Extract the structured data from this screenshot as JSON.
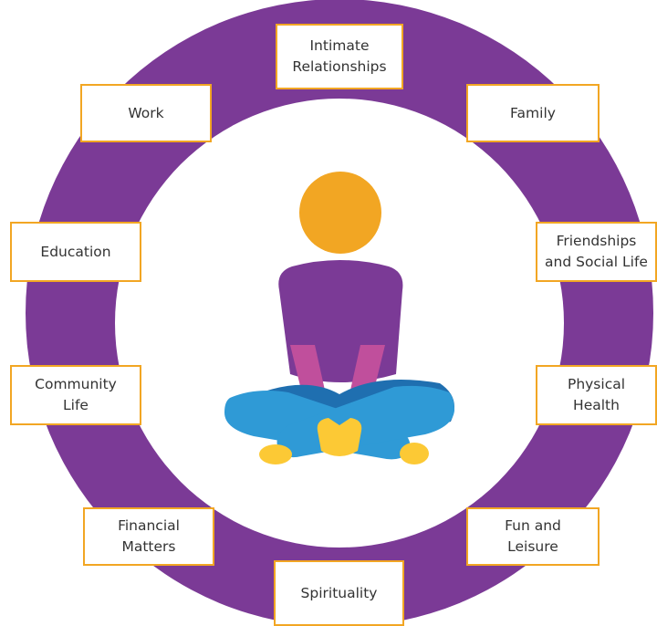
{
  "colors": {
    "ring": "#7b3a96",
    "center": "#ffffff",
    "box_border": "#f2a623",
    "head": "#f2a623",
    "shirt": "#7b3a96",
    "arms": "#c04f9c",
    "legs": "#2f9ad6",
    "legs_shadow": "#1f6fb0",
    "hands_feet": "#fcc935",
    "text": "#333333"
  },
  "center_figure": {
    "icon": "person-sitting-cross-legged-icon"
  },
  "life_areas": [
    {
      "id": "intimate-relationships",
      "label": "Intimate\nRelationships"
    },
    {
      "id": "family",
      "label": "Family"
    },
    {
      "id": "friendships-social-life",
      "label": "Friendships\nand Social Life"
    },
    {
      "id": "physical-health",
      "label": "Physical\nHealth"
    },
    {
      "id": "fun-leisure",
      "label": "Fun and\nLeisure"
    },
    {
      "id": "spirituality",
      "label": "Spirituality"
    },
    {
      "id": "financial-matters",
      "label": "Financial\nMatters"
    },
    {
      "id": "community-life",
      "label": "Community\nLife"
    },
    {
      "id": "education",
      "label": "Education"
    },
    {
      "id": "work",
      "label": "Work"
    }
  ]
}
